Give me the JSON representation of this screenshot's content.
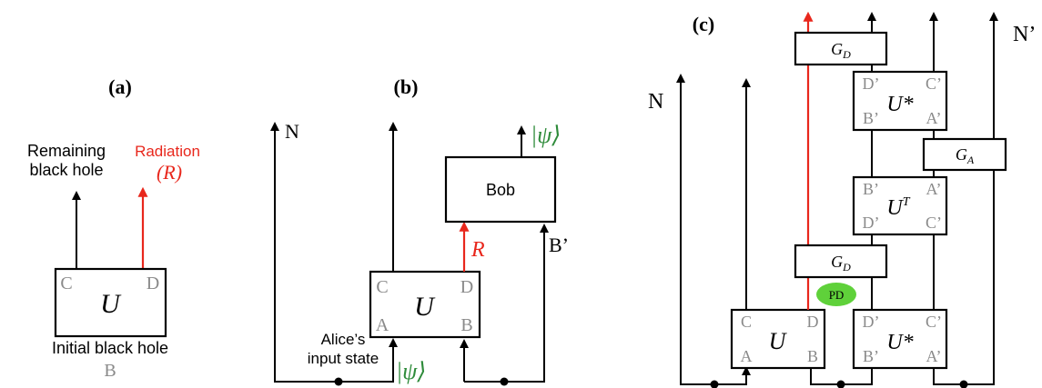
{
  "colors": {
    "radiation": "#e8271c",
    "psi": "#2e8b3a",
    "port_label": "#8a8a8a",
    "pd_fill": "#5fd13a"
  },
  "panel_a": {
    "label": "(a)",
    "remaining_line1": "Remaining",
    "remaining_line2": "black hole",
    "radiation": "Radiation",
    "radiation_symbol": "(R)",
    "gate": "U",
    "port_c": "C",
    "port_d": "D",
    "initial": "Initial black hole",
    "port_b": "B"
  },
  "panel_b": {
    "label": "(b)",
    "n": "N",
    "psi_out": "|ψ⟩",
    "bob": "Bob",
    "r": "R",
    "b_prime": "B’",
    "gate": "U",
    "port_c": "C",
    "port_d": "D",
    "port_a": "A",
    "port_b": "B",
    "alice_line1": "Alice’s",
    "alice_line2": "input state",
    "psi_in": "|ψ⟩"
  },
  "panel_c": {
    "label": "(c)",
    "n": "N",
    "n_prime": "N’",
    "gd_top": "GD",
    "gd_mid": "GD",
    "ga": "GA",
    "u_star_top": "U*",
    "u_t": "UT",
    "u_star_bottom": "U*",
    "u": "U",
    "pd": "PD",
    "ports_u_star_top": [
      "D’",
      "C’",
      "B’",
      "A’"
    ],
    "ports_u_t": [
      "B’",
      "A’",
      "D’",
      "C’"
    ],
    "ports_u": [
      "C",
      "D",
      "A",
      "B"
    ],
    "ports_u_star_bottom": [
      "D’",
      "C’",
      "B’",
      "A’"
    ]
  }
}
